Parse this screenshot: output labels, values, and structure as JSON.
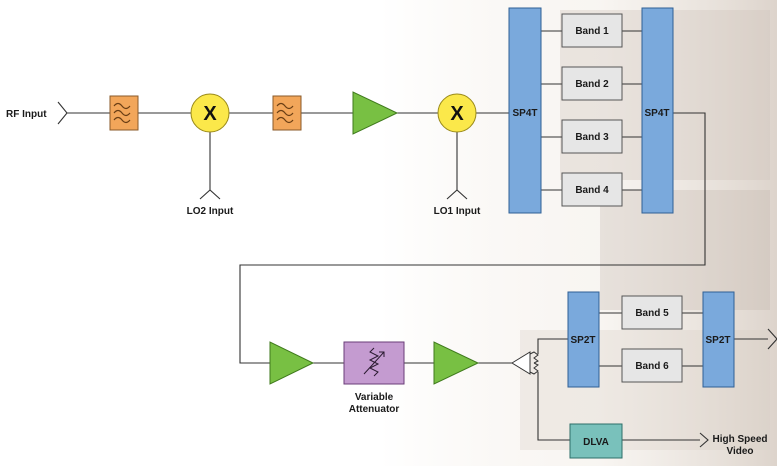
{
  "labels": {
    "rf_input": "RF Input",
    "lo2_input": "LO2 Input",
    "lo1_input": "LO1 Input",
    "mixer_symbol": "X",
    "sp4t": "SP4T",
    "sp2t": "SP2T",
    "band1": "Band 1",
    "band2": "Band 2",
    "band3": "Band 3",
    "band4": "Band 4",
    "band5": "Band 5",
    "band6": "Band 6",
    "attenuator_line1": "Variable",
    "attenuator_line2": "Attenuator",
    "dlva": "DLVA",
    "output_line1": "High Speed",
    "output_line2": "Video"
  },
  "colors": {
    "filter": "#f2a65a",
    "mixer": "#fbe84a",
    "amplifier": "#78c043",
    "switch": "#7aa9dc",
    "band_box": "#e6e6e6",
    "attenuator": "#c49bd0",
    "dlva": "#79c1bb"
  },
  "icons": {
    "filter": "bandpass-filter-icon",
    "mixer": "mixer-icon",
    "amplifier": "amplifier-icon",
    "attenuator": "variable-attenuator-icon",
    "splitter": "power-splitter-icon",
    "antenna": "antenna-port-icon"
  }
}
